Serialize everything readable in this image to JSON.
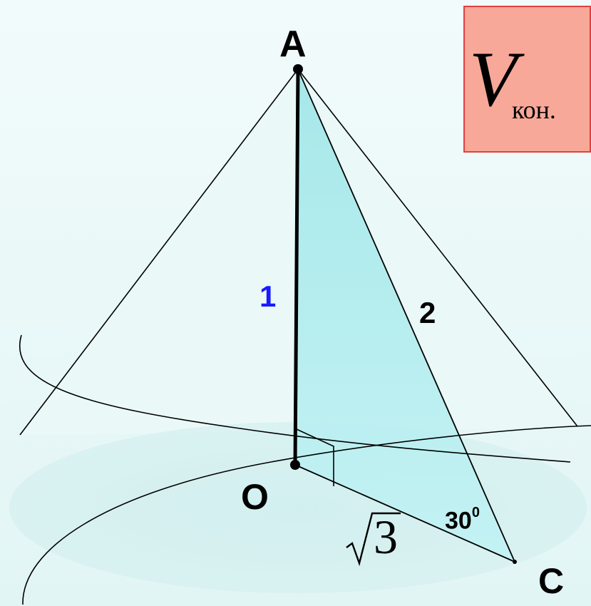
{
  "figure": {
    "points": {
      "apex": "A",
      "center": "O",
      "base_point": "C"
    },
    "lengths": {
      "height": "1",
      "slant": "2",
      "radius_radicand": "3"
    },
    "angle": {
      "value": "30",
      "unit": "0"
    },
    "formula_box": {
      "symbol": "V",
      "subscript": "кон."
    },
    "colors": {
      "height_label": "#1a1aff",
      "triangle_fill": "#b0f0f0",
      "formula_fill": "#f8a898",
      "formula_border": "#e04040",
      "cone_fill": "#e6f7f7"
    }
  }
}
